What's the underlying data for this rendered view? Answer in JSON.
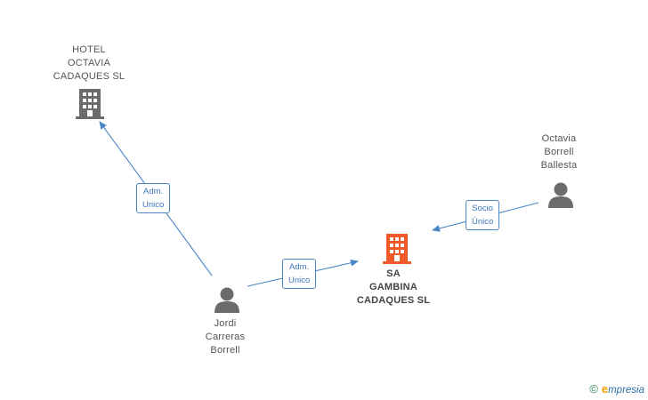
{
  "colors": {
    "company_icon": "#6b6b6b",
    "company_icon_main": "#f05a28",
    "person_icon": "#6b6b6b",
    "edge": "#4a86c8",
    "edge_text": "#3f78bd",
    "label_text": "#555555"
  },
  "nodes": {
    "hotel": {
      "icon": "building-icon",
      "lines": [
        "HOTEL",
        "OCTAVIA",
        "CADAQUES SL"
      ]
    },
    "main": {
      "icon": "building-icon",
      "lines": [
        "SA",
        "GAMBINA",
        "CADAQUES SL"
      ]
    },
    "octavia": {
      "icon": "person-icon",
      "lines": [
        "Octavia",
        "Borrell",
        "Ballesta"
      ]
    },
    "jordi": {
      "icon": "person-icon",
      "lines": [
        "Jordi",
        "Carreras",
        "Borrell"
      ]
    }
  },
  "edges": {
    "jordi_hotel": {
      "lines": [
        "Adm.",
        "Unico"
      ]
    },
    "jordi_main": {
      "lines": [
        "Adm.",
        "Unico"
      ]
    },
    "octavia_main": {
      "lines": [
        "Socio",
        "Único"
      ]
    }
  },
  "brand": {
    "copyright": "©",
    "initial": "e",
    "name": "mpresia"
  }
}
